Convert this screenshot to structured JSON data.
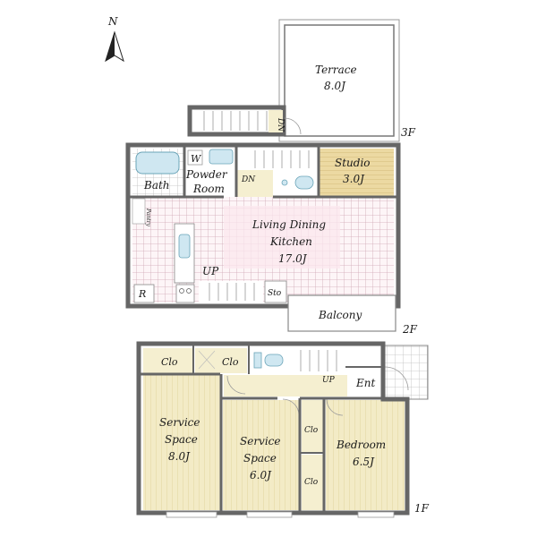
{
  "compass": {
    "label": "N"
  },
  "floors": [
    {
      "id": "3f",
      "label": "3F"
    },
    {
      "id": "2f",
      "label": "2F"
    },
    {
      "id": "1f",
      "label": "1F"
    }
  ],
  "rooms": {
    "terrace": {
      "name": "Terrace",
      "size": "8.0J"
    },
    "stair_3f": {
      "name": "DN"
    },
    "studio": {
      "name": "Studio",
      "size": "3.0J"
    },
    "bath": {
      "name": "Bath"
    },
    "washer": {
      "name": "W"
    },
    "powder_room": {
      "line1": "Powder",
      "line2": "Room"
    },
    "stair_2f_dn": {
      "name": "DN"
    },
    "pantry": {
      "name": "Pantry"
    },
    "ldk": {
      "line1": "Living Dining",
      "line2": "Kitchen",
      "size": "17.0J"
    },
    "up_2f": {
      "name": "UP"
    },
    "fridge": {
      "name": "R"
    },
    "storage": {
      "name": "Sto"
    },
    "balcony": {
      "name": "Balcony"
    },
    "closet_1": {
      "name": "Clo"
    },
    "closet_2": {
      "name": "Clo"
    },
    "up_1f": {
      "name": "UP"
    },
    "entrance": {
      "name": "Ent"
    },
    "service_space_1": {
      "line1": "Service",
      "line2": "Space",
      "size": "8.0J"
    },
    "service_space_2": {
      "line1": "Service",
      "line2": "Space",
      "size": "6.0J"
    },
    "closet_3": {
      "name": "Clo"
    },
    "closet_4": {
      "name": "Clo"
    },
    "bedroom": {
      "name": "Bedroom",
      "size": "6.5J"
    }
  },
  "colors": {
    "wall": "#666666",
    "wood_floor": "#f3ebc6",
    "studio_floor": "#ecd9a2",
    "tile_floor": "#f4f4f4",
    "ldk_tint": "#fbe7ee",
    "wet_area": "#cfe7f1",
    "hall": "#f5efd0",
    "grid_line": "#cfa6b4"
  },
  "icons": [
    "compass-icon",
    "bathtub-icon",
    "sink-icon",
    "toilet-icon",
    "kitchen-counter-icon",
    "stove-icon",
    "door-swing-icon",
    "stairs-icon"
  ]
}
